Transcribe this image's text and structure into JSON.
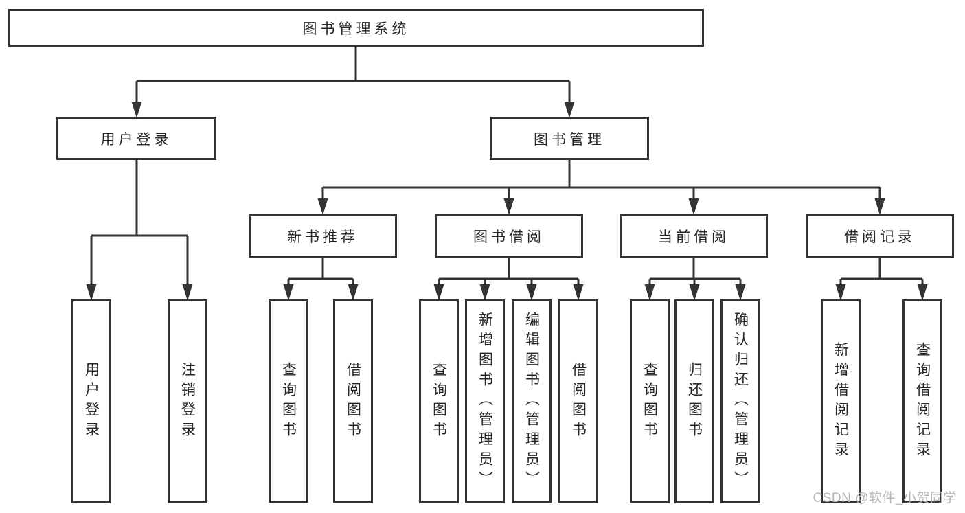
{
  "diagram": {
    "root": {
      "label": "图书管理系统"
    },
    "level2": [
      {
        "label": "用户登录"
      },
      {
        "label": "图书管理"
      }
    ],
    "level3": [
      {
        "label": "新书推荐"
      },
      {
        "label": "图书借阅"
      },
      {
        "label": "当前借阅"
      },
      {
        "label": "借阅记录"
      }
    ],
    "leaves": [
      {
        "label": "用户登录"
      },
      {
        "label": "注销登录"
      },
      {
        "label": "查询图书"
      },
      {
        "label": "借阅图书"
      },
      {
        "label": "查询图书"
      },
      {
        "label": "新增图书（管理员）"
      },
      {
        "label": "编辑图书（管理员）"
      },
      {
        "label": "借阅图书"
      },
      {
        "label": "查询图书"
      },
      {
        "label": "归还图书"
      },
      {
        "label": "确认归还（管理员）"
      },
      {
        "label": "新增借阅记录"
      },
      {
        "label": "查询借阅记录"
      }
    ]
  },
  "watermark": "CSDN @软件_小贺同学",
  "colors": {
    "line": "#333333",
    "text": "#262626",
    "box_background": "#ffffff",
    "watermark": "#b6b6b8"
  }
}
